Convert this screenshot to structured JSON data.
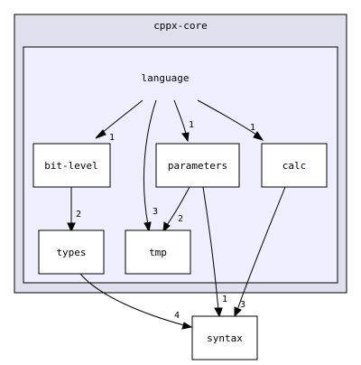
{
  "colors": {
    "outer_fill": "#dfdfee",
    "inner_fill": "#eeeeff",
    "border": "#000000",
    "node_fill": "#ffffff"
  },
  "diagram": {
    "outer_cluster": {
      "label": "cppx-core"
    },
    "inner_cluster": {
      "label": "language"
    },
    "nodes": {
      "bit_level": "bit-level",
      "parameters": "parameters",
      "calc": "calc",
      "types": "types",
      "tmp": "tmp",
      "syntax": "syntax"
    },
    "edges": {
      "language_bit_level": "1",
      "language_tmp": "3",
      "language_parameters": "1",
      "language_calc": "1",
      "bit_level_types": "2",
      "parameters_tmp": "2",
      "parameters_syntax": "1",
      "calc_syntax": "3",
      "types_syntax": "4"
    }
  }
}
